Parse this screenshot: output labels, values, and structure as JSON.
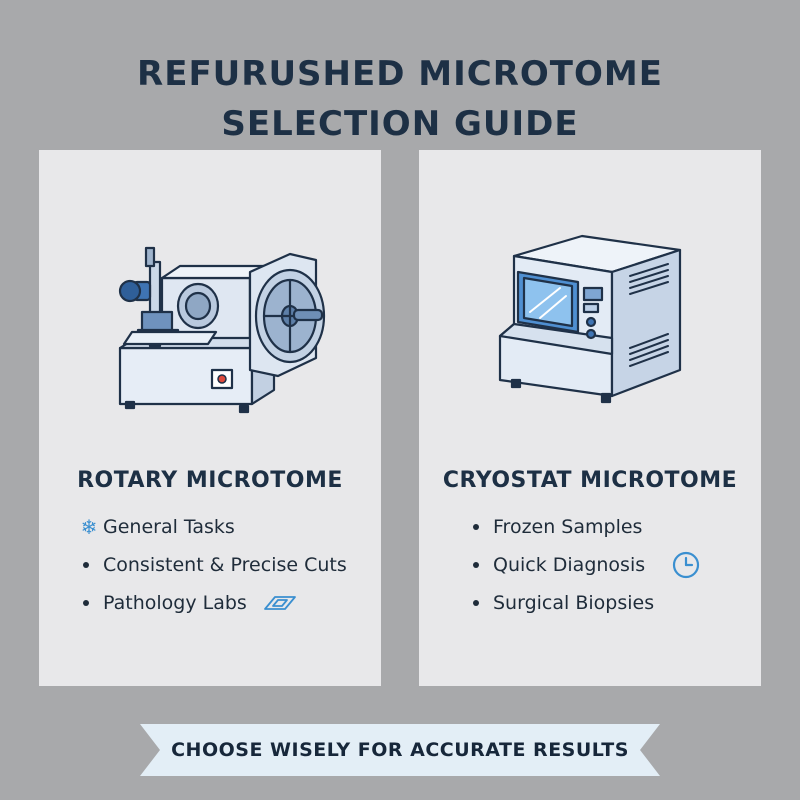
{
  "title": {
    "line1": "REFURUSHED MICROTOME",
    "line2": "SELECTION GUIDE"
  },
  "cards": [
    {
      "title": "ROTARY MICROTOME",
      "image_icon": "rotary-microtome",
      "features": [
        {
          "label": "General Tasks",
          "marker_icon": "snowflake-icon"
        },
        {
          "label": "Consistent & Precise Cuts"
        },
        {
          "label": "Pathology Labs",
          "trailing_icon": "microscope-slide-icon"
        }
      ]
    },
    {
      "title": "CRYOSTAT MICROTOME",
      "image_icon": "cryostat-microtome",
      "features": [
        {
          "label": "Frozen Samples"
        },
        {
          "label": "Quick Diagnosis",
          "trailing_icon": "clock-icon"
        },
        {
          "label": "Surgical Biopsies"
        }
      ]
    }
  ],
  "banner": {
    "text": "CHOOSE WISELY FOR ACCURATE RESULTS"
  },
  "colors": {
    "background": "#a8a9ab",
    "card": "#e8e8ea",
    "title_text": "#1d3045",
    "accent_blue": "#3a8fd0",
    "banner": "#e3eef6"
  }
}
